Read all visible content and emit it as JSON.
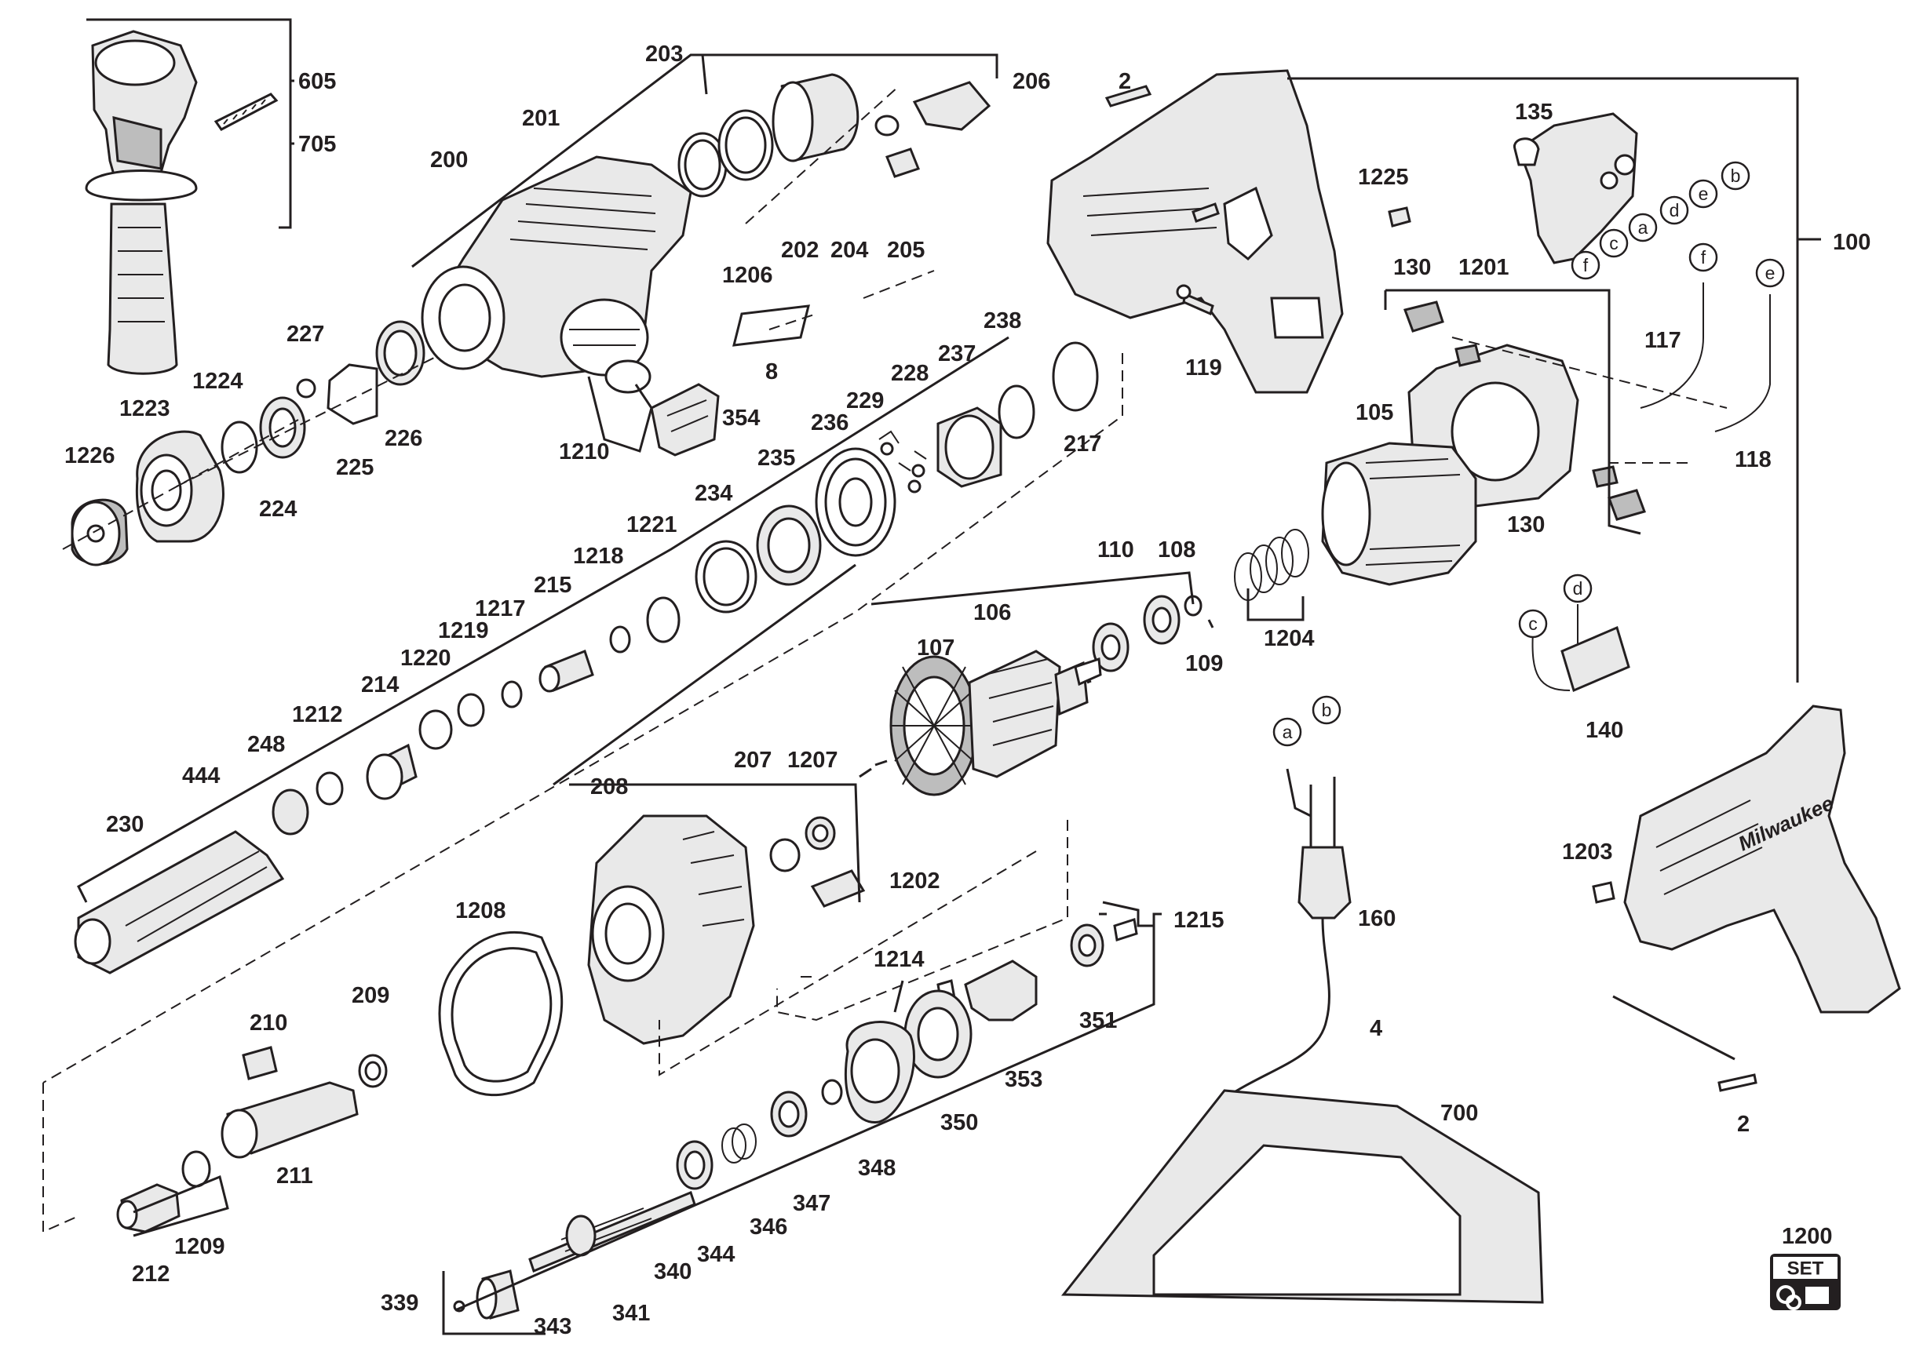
{
  "parts": [
    "605",
    "705",
    "203",
    "206",
    "2",
    "201",
    "200",
    "135",
    "1225",
    "202",
    "204",
    "205",
    "1206",
    "100",
    "227",
    "238",
    "8",
    "130",
    "1201",
    "1224",
    "237",
    "228",
    "1223",
    "119",
    "117",
    "354",
    "229",
    "1226",
    "226",
    "225",
    "1210",
    "105",
    "236",
    "217",
    "224",
    "235",
    "118",
    "234",
    "1221",
    "130",
    "110",
    "108",
    "1218",
    "215",
    "1204",
    "1217",
    "1219",
    "109",
    "106",
    "1220",
    "214",
    "107",
    "1212",
    "248",
    "444",
    "207",
    "1207",
    "208",
    "230",
    "1202",
    "1203",
    "1208",
    "1215",
    "160",
    "1214",
    "209",
    "210",
    "351",
    "353",
    "4",
    "350",
    "211",
    "700",
    "348",
    "347",
    "1209",
    "212",
    "344",
    "346",
    "341",
    "340",
    "1200",
    "339",
    "343",
    "140",
    "2"
  ],
  "markers": [
    "b",
    "c",
    "d",
    "e",
    "f",
    "a",
    "f",
    "e",
    "d",
    "c",
    "a",
    "b"
  ],
  "set_badge": "SET",
  "colors": {
    "ink": "#231f20",
    "paper": "#ffffff",
    "shade": "#e9e9e9",
    "dark": "#bdbdbd"
  }
}
